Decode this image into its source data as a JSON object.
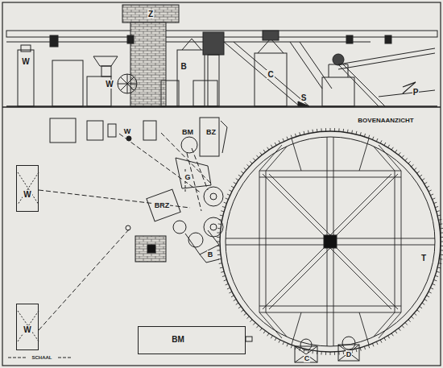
{
  "diagram": {
    "nodes": [
      {
        "text": [
          "W"
        ]
      },
      {
        "text": [
          "W"
        ]
      },
      {
        "text": [
          "BM"
        ]
      }
    ],
    "labels": [
      "Z",
      "W",
      "W",
      "B",
      "C",
      "S",
      "P",
      "BOVENAANZICHT",
      "W",
      "BM",
      "BZ",
      "G",
      "BRZ",
      "B",
      "T",
      "C",
      "D",
      "SCHAAL"
    ]
  }
}
